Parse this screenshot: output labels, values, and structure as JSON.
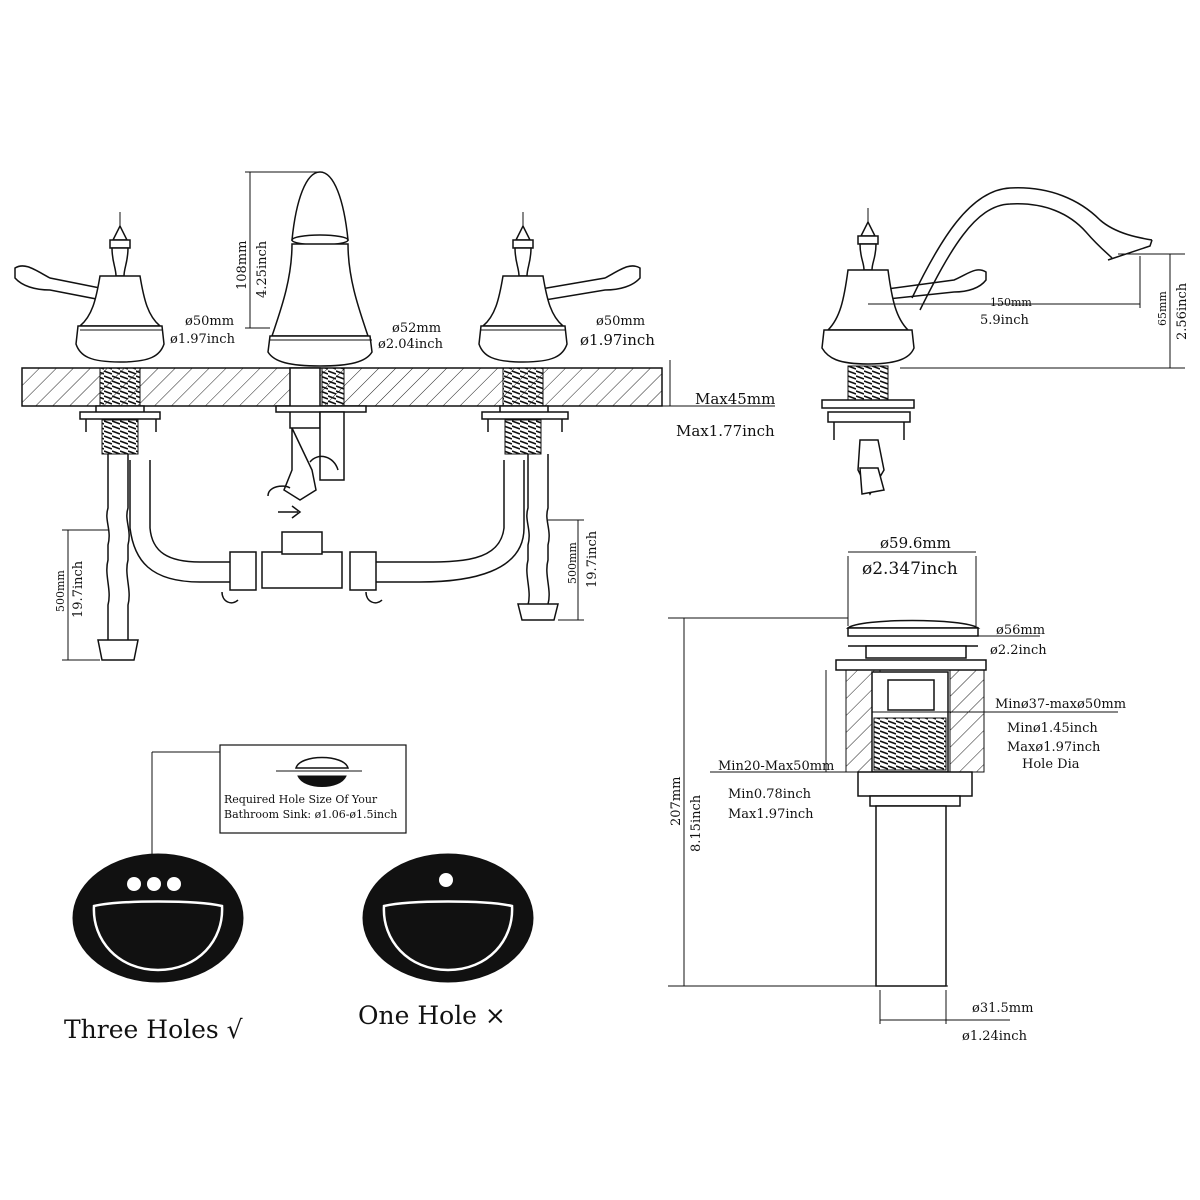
{
  "faucet_front": {
    "handle_left_dia_mm": "ø50mm",
    "handle_left_dia_in": "ø1.97inch",
    "spout_height_mm": "108mm",
    "spout_height_in": "4.25inch",
    "spout_dia_mm": "ø52mm",
    "spout_dia_in": "ø2.04inch",
    "handle_right_dia_mm": "ø50mm",
    "handle_right_dia_in": "ø1.97inch",
    "deck_max_mm": "Max45mm",
    "deck_max_in": "Max1.77inch",
    "hose_left_mm": "500mm",
    "hose_left_in": "19.7inch",
    "hose_right_mm": "500mm",
    "hose_right_in": "19.7inch"
  },
  "faucet_side": {
    "reach_mm": "150mm",
    "reach_in": "5.9inch",
    "spout_clear_mm": "65mm",
    "spout_clear_in": "2.56inch"
  },
  "drain": {
    "cap_dia_mm": "ø59.6mm",
    "cap_dia_in": "ø2.347inch",
    "flange_dia_mm": "ø56mm",
    "flange_dia_in": "ø2.2inch",
    "hole_mm": "Minø37-maxø50mm",
    "hole_min_in": "Minø1.45inch",
    "hole_max_in": "Maxø1.97inch",
    "hole_label": "Hole Dia",
    "thick_mm": "Min20-Max50mm",
    "thick_min_in": "Min0.78inch",
    "thick_max_in": "Max1.97inch",
    "length_mm": "207mm",
    "length_in": "8.15inch",
    "tail_dia_mm": "ø31.5mm",
    "tail_dia_in": "ø1.24inch"
  },
  "hole_note": {
    "line1": "Required Hole Size Of Your",
    "line2": "Bathroom Sink: ø1.06-ø1.5inch"
  },
  "sinks": {
    "three_label": "Three Holes √",
    "one_label": "One Hole ×"
  }
}
